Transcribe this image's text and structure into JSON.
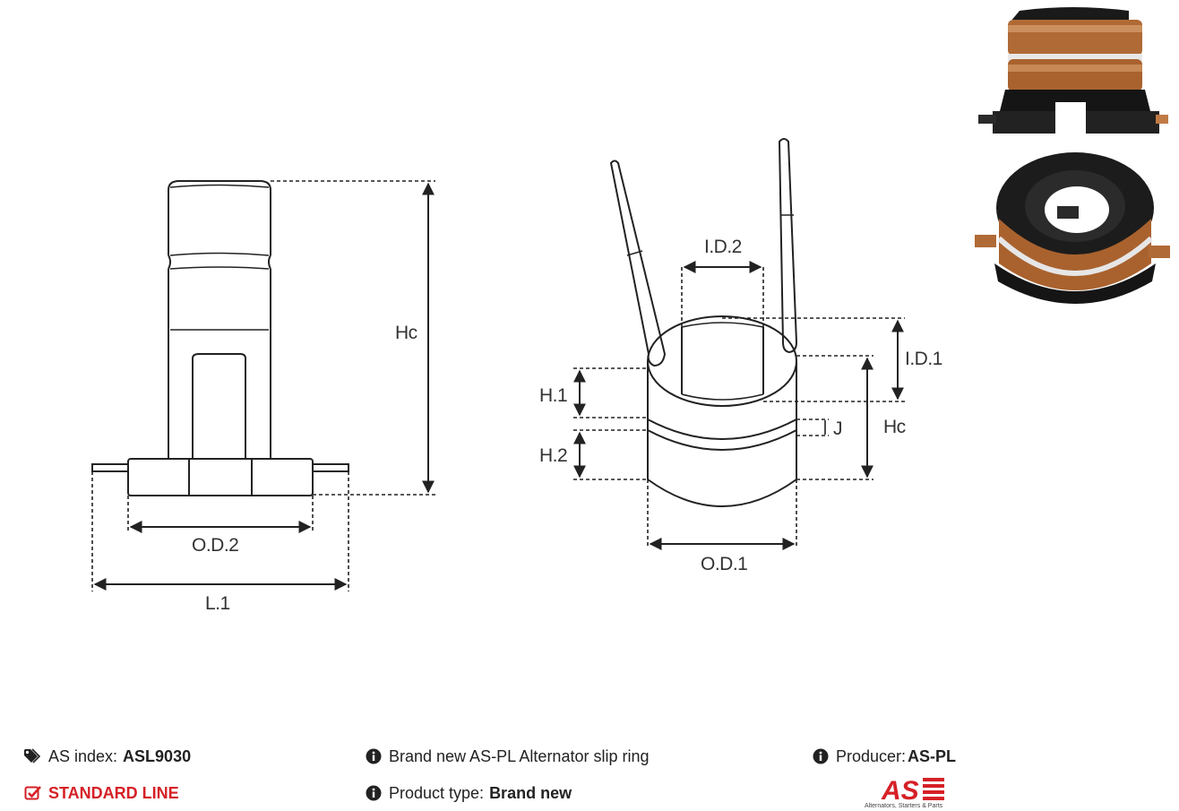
{
  "diagram": {
    "labels": {
      "hc_left": "Hc",
      "od2": "O.D.2",
      "l1": "L.1",
      "id2": "I.D.2",
      "id1": "I.D.1",
      "h1": "H.1",
      "h2": "H.2",
      "j": "J",
      "hc_right": "Hc",
      "od1": "O.D.1"
    }
  },
  "info": {
    "as_index_label": "AS index:",
    "as_index_value": "ASL9030",
    "standard_line": "STANDARD LINE",
    "description": "Brand new AS-PL Alternator slip ring",
    "product_type_label": "Product type:",
    "product_type_value": "Brand new",
    "producer_label": "Producer:",
    "producer_value": "AS-PL"
  },
  "logo": {
    "text": "AS",
    "tagline": "Alternators, Starters & Parts"
  },
  "icons": {
    "tag": "tags-icon",
    "check": "check-square-icon",
    "info": "info-circle-icon"
  },
  "colors": {
    "accent": "#d62027",
    "line": "#222222",
    "copper": "#b8743c"
  }
}
